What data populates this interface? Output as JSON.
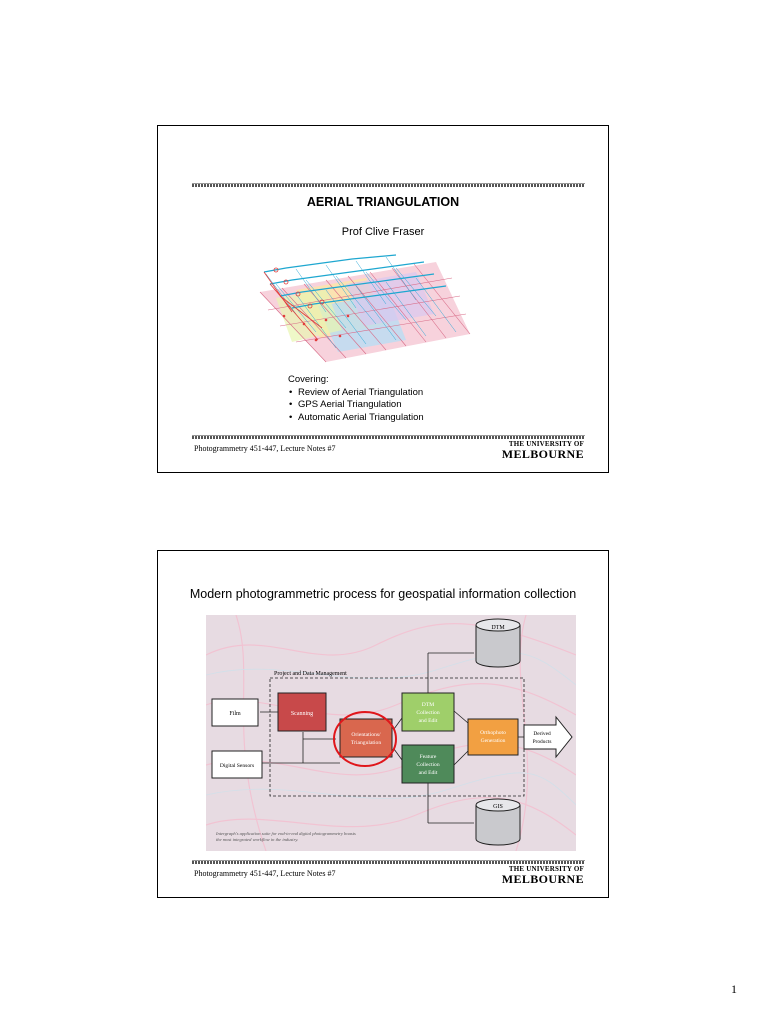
{
  "slide1": {
    "title": "AERIAL TRIANGULATION",
    "author": "Prof Clive Fraser",
    "covering_label": "Covering:",
    "items": [
      "Review of Aerial Triangulation",
      "GPS Aerial Triangulation",
      "Automatic Aerial Triangulation"
    ],
    "footer": "Photogrammetry 451-447, Lecture Notes #7",
    "logo_line1": "THE UNIVERSITY OF",
    "logo_line2": "MELBOURNE"
  },
  "slide2": {
    "title": "Modern photogrammetric process for geospatial information collection",
    "footer": "Photogrammetry 451-447, Lecture Notes #7",
    "logo_line1": "THE UNIVERSITY OF",
    "logo_line2": "MELBOURNE",
    "diagram": {
      "dtm_db": "DTM",
      "gis_db": "GIS",
      "project_label": "Project and Data Management",
      "film": "Film",
      "digital_sensors": "Digital Sensors",
      "scanning": "Scanning",
      "orientations_l1": "Orientations/",
      "orientations_l2": "Triangulation",
      "dtm_collect_l1": "DTM",
      "dtm_collect_l2": "Collection",
      "dtm_collect_l3": "and Edit",
      "feature_l1": "Feature",
      "feature_l2": "Collection",
      "feature_l3": "and Edit",
      "ortho_l1": "Orthophoto",
      "ortho_l2": "Generation",
      "derived_l1": "Derived",
      "derived_l2": "Products",
      "caption_l1": "Intergraph's application suite for end-to-end digital photogrammetry boasts",
      "caption_l2": "the most integrated workflow in the industry."
    }
  },
  "page_number": "1",
  "colors": {
    "scanning": "#c8494a",
    "orientations": "#d9674e",
    "dtm_collect": "#9fcf6a",
    "feature": "#4f8a5a",
    "ortho": "#f2a042",
    "highlight_ring": "#e0161b"
  }
}
